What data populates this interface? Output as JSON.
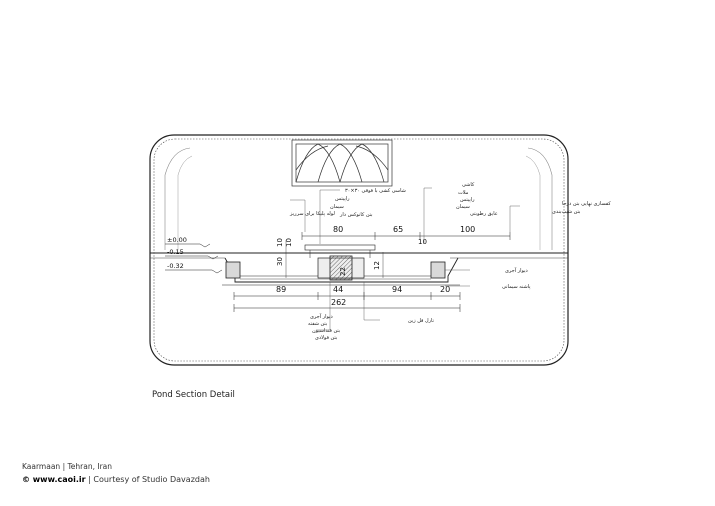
{
  "caption": "Pond Section Detail",
  "credits": {
    "location": "Kaarmaan | Tehran, Iran",
    "logo": "© www.caoi.ir",
    "separator": " | ",
    "courtesy": "Courtesy of Studio Davazdah"
  },
  "levels": [
    "±0.00",
    "-0.15",
    "-0.32"
  ],
  "dims_top": [
    "80",
    "65",
    "100"
  ],
  "dims_small": [
    "10",
    "30",
    "10",
    "12",
    "10"
  ],
  "dims_bottom": [
    "89",
    "44",
    "94",
    "20"
  ],
  "dim_total": "262",
  "dim_vertical_center": "22",
  "labels_left": [
    "لوله پلیکا برای سرریز",
    "شاسی کشی با فوقی ۳۰×۳۰",
    "راپیتس",
    "سیمان",
    "بتن کانوکس دار"
  ],
  "labels_right_top": [
    "کاشی",
    "ملات",
    "راپیتس",
    "سیمان",
    "عایق رطوبتی"
  ],
  "labels_far_right": [
    "کفسازی نهایی بتن درجا",
    "بتن شیب‌بندی"
  ],
  "labels_right_side": [
    "دیوار آجری",
    "پاشنه سیمانی"
  ],
  "labels_bottom": [
    "دیوار آجری",
    "بتن شفته",
    "بتن فنداسیون",
    "بتن فولادی"
  ],
  "label_bottom_mid": "تارل فل زین"
}
